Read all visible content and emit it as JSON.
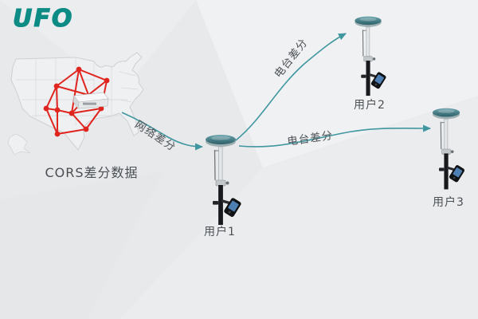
{
  "logo": {
    "text": "UFO",
    "color": "#0d8b85"
  },
  "map": {
    "caption": "CORS差分数据"
  },
  "flows": {
    "network": {
      "label": "网络差分"
    },
    "radio_to_user2": {
      "label": "电台差分"
    },
    "radio_to_user3": {
      "label": "电台差分"
    }
  },
  "receivers": [
    {
      "label": "用户1"
    },
    {
      "label": "用户2"
    },
    {
      "label": "用户3"
    }
  ],
  "colors": {
    "background": "#e8e9eb",
    "logo_teal": "#0d8b85",
    "arrow_teal": "#3f97a0",
    "network_red": "#e0241e",
    "text_gray": "#4b5055"
  }
}
